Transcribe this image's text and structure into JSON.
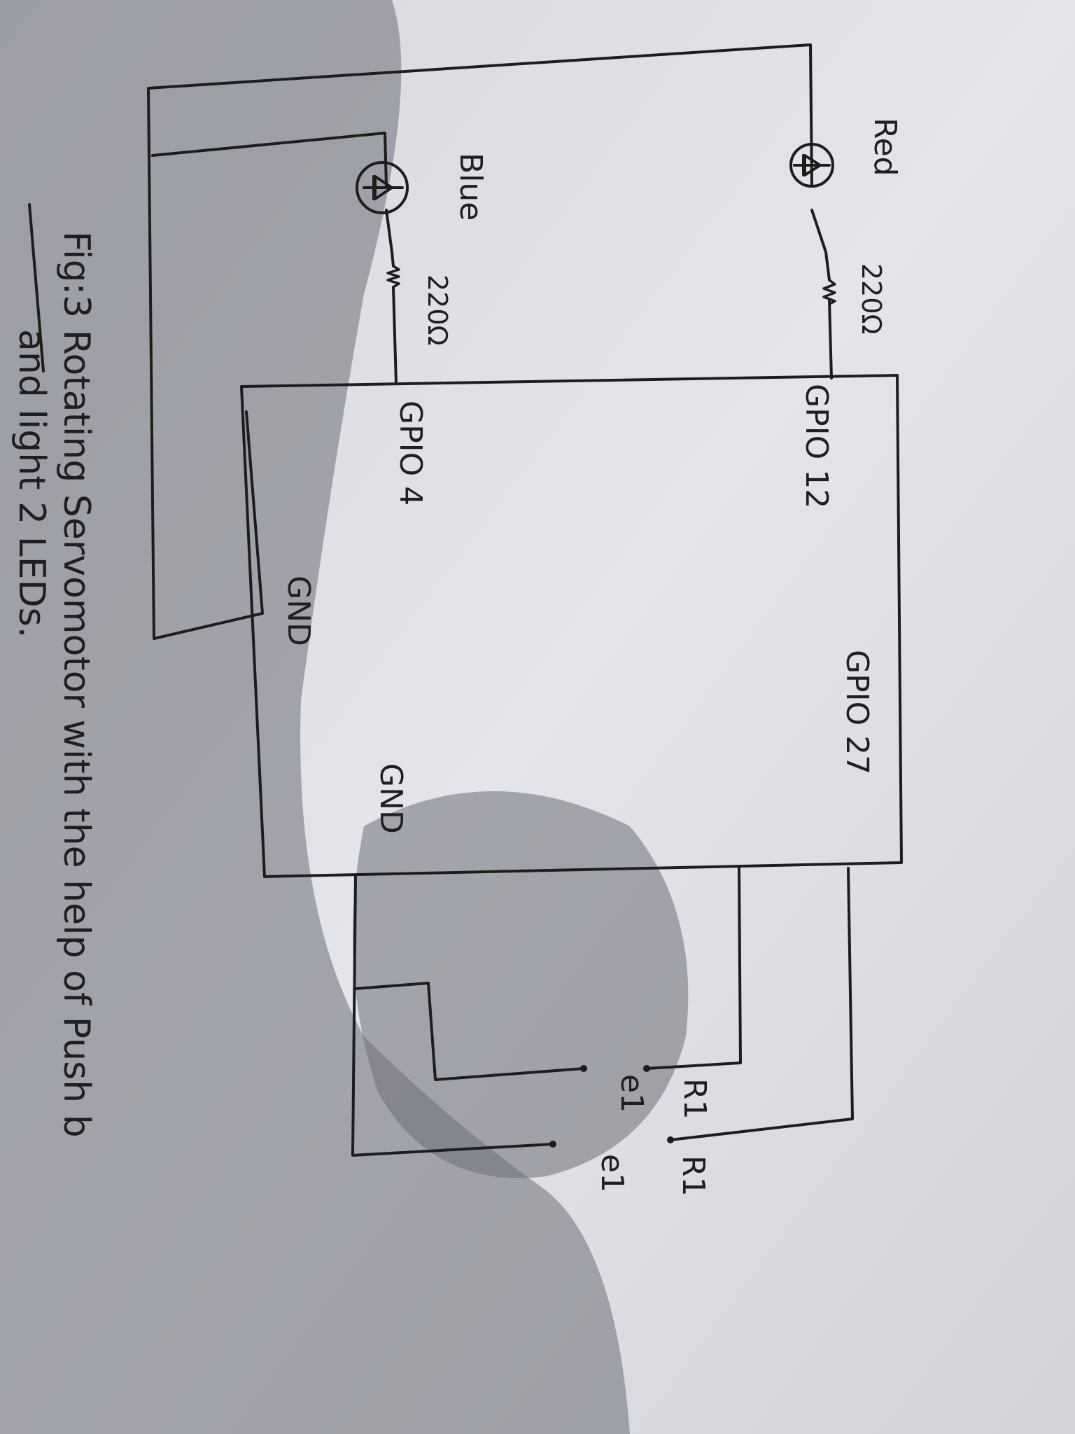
{
  "diagram": {
    "leds": [
      {
        "label": "Red",
        "resistor": "220Ω"
      },
      {
        "label": "Blue",
        "resistor": "220Ω"
      }
    ],
    "pins": {
      "gpio12": "GPIO 12",
      "gpio4": "GPIO 4",
      "gpio27": "GPIO 27",
      "gnd_top": "GND",
      "gnd_bottom": "GND"
    },
    "buttons": [
      {
        "left": "R1",
        "right": "R1"
      },
      {
        "left": "e1",
        "right": "e1"
      }
    ],
    "caption": {
      "line1": "Fig:3 Rotating Servomotor with the help of Push b",
      "line2": "and light 2 LEDs."
    }
  },
  "colors": {
    "ink": "#1d1d20",
    "paper": "#e6e7ea",
    "shadow": "#6e7079"
  }
}
